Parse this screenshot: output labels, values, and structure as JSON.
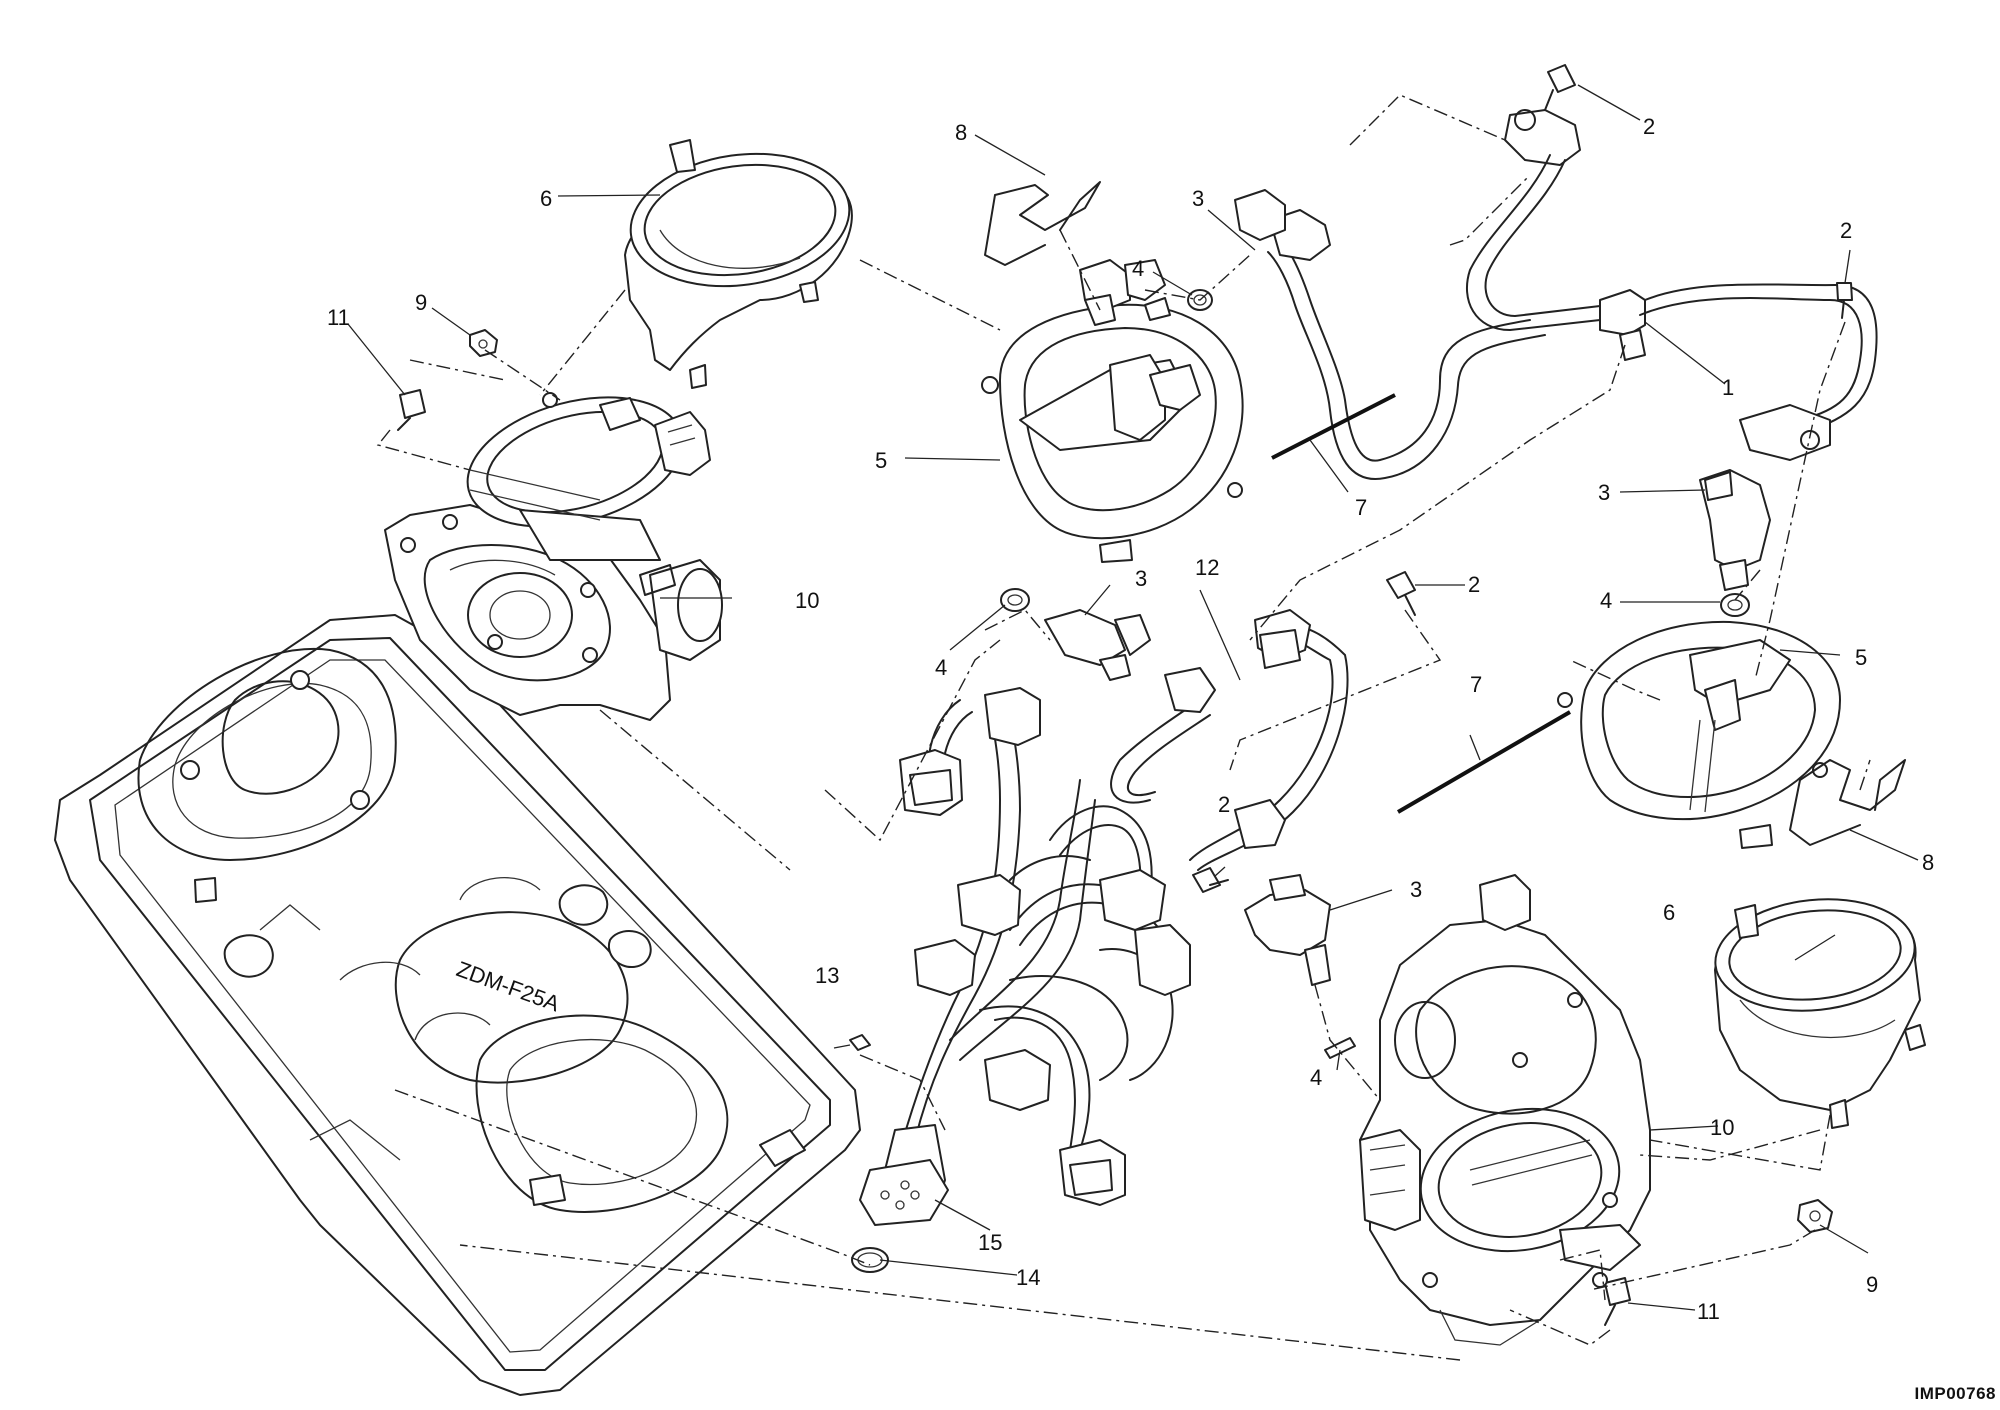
{
  "diagram_code": "IMP00768",
  "casting_marking": "ZDM-F25A",
  "callouts": [
    {
      "id": "c-1",
      "text": "1"
    },
    {
      "id": "c-2a",
      "text": "2"
    },
    {
      "id": "c-2b",
      "text": "2"
    },
    {
      "id": "c-2c",
      "text": "2"
    },
    {
      "id": "c-2d",
      "text": "2"
    },
    {
      "id": "c-3a",
      "text": "3"
    },
    {
      "id": "c-3b",
      "text": "3"
    },
    {
      "id": "c-3c",
      "text": "3"
    },
    {
      "id": "c-3d",
      "text": "3"
    },
    {
      "id": "c-4a",
      "text": "4"
    },
    {
      "id": "c-4b",
      "text": "4"
    },
    {
      "id": "c-4c",
      "text": "4"
    },
    {
      "id": "c-4d",
      "text": "4"
    },
    {
      "id": "c-5a",
      "text": "5"
    },
    {
      "id": "c-5b",
      "text": "5"
    },
    {
      "id": "c-6a",
      "text": "6"
    },
    {
      "id": "c-6b",
      "text": "6"
    },
    {
      "id": "c-7a",
      "text": "7"
    },
    {
      "id": "c-7b",
      "text": "7"
    },
    {
      "id": "c-8a",
      "text": "8"
    },
    {
      "id": "c-8b",
      "text": "8"
    },
    {
      "id": "c-9a",
      "text": "9"
    },
    {
      "id": "c-9b",
      "text": "9"
    },
    {
      "id": "c-10a",
      "text": "10"
    },
    {
      "id": "c-10b",
      "text": "10"
    },
    {
      "id": "c-11a",
      "text": "11"
    },
    {
      "id": "c-11b",
      "text": "11"
    },
    {
      "id": "c-12",
      "text": "12"
    },
    {
      "id": "c-13",
      "text": "13"
    },
    {
      "id": "c-14",
      "text": "14"
    },
    {
      "id": "c-15",
      "text": "15"
    }
  ]
}
